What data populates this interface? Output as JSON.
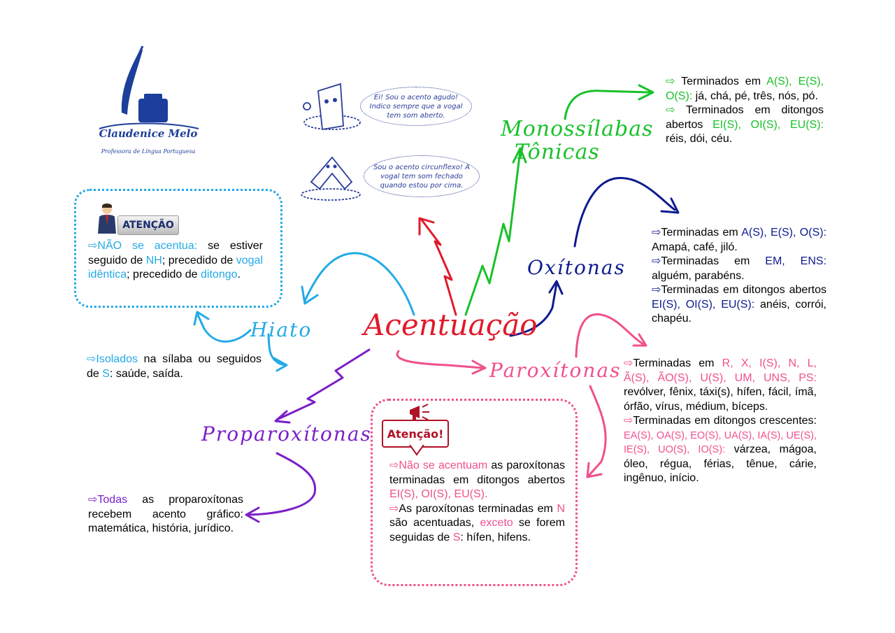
{
  "logo": {
    "name": "Claudenice Melo",
    "subtitle": "Professora de Língua Portuguesa"
  },
  "bubbles": {
    "agudo": "Ei! Sou o acento agudo! Indico sempre que a vogal tem som aberto.",
    "circunflexo": "Sou o acento circunflexo! A vogal tem som fechado quando estou por cima."
  },
  "center": {
    "title": "Acentuação"
  },
  "branches": {
    "monossilabas": {
      "line1": "Monossílabas",
      "line2": "Tônicas"
    },
    "oxitonas": "Oxítonas",
    "paroxitonas": "Paroxítonas",
    "proparoxitonas": "Proparoxítonas",
    "hiato": "Hiato"
  },
  "monossilabas_text": {
    "r1": {
      "arrow": "⇨",
      "a": "Terminados em",
      "b": "A(S), E(S), O(S):",
      "c": "já, chá, pé, três, nós, pó."
    },
    "r2": {
      "arrow": "⇨",
      "a": "Terminados em ditongos abertos",
      "b": "EI(S), OI(S), EU(S):",
      "c": "réis, dói, céu."
    }
  },
  "oxitonas_text": {
    "r1": {
      "arrow": "⇨",
      "a": "Terminadas em",
      "b": "A(S), E(S), O(S):",
      "c": "Amapá, café, jiló."
    },
    "r2": {
      "arrow": "⇨",
      "a": "Terminadas em",
      "b": "EM, ENS:",
      "c": "alguém, parabéns."
    },
    "r3": {
      "arrow": "⇨",
      "a": "Terminadas em ditongos abertos",
      "b": "EI(S), OI(S), EU(S):",
      "c": "anéis, corrói, chapéu."
    }
  },
  "paroxitonas_text": {
    "r1": {
      "arrow": "⇨",
      "a": "Terminadas em",
      "b": "R, X, I(S), N, L, Ã(S), ÃO(S), U(S), UM, UNS, PS:",
      "c": "revólver, fênix, táxi(s), hífen, fácil, ímã, órfão, vírus, médium, bíceps."
    },
    "r2": {
      "arrow": "⇨",
      "a": "Terminadas em ditongos crescentes:",
      "b": "EA(S), OA(S), EO(S), UA(S), IA(S), UE(S), IE(S), UO(S), IO(S):",
      "c": "várzea, mágoa, óleo, régua, férias, tênue, cárie, ingênuo, início."
    }
  },
  "atencao1": {
    "badge": "ATENÇÃO",
    "arrow": "⇨",
    "a": "NÃO se acentua:",
    "b": "se estiver seguido de",
    "c": "NH",
    "d": "; precedido de",
    "e": "vogal idêntica",
    "f": "; precedido de",
    "g": "ditongo",
    "h": "."
  },
  "hiato_text": {
    "arrow": "⇨",
    "a": "Isolados",
    "b": "na sílaba ou seguidos de",
    "c": "S",
    "d": ": saúde, saída."
  },
  "proparoxitonas_text": {
    "arrow": "⇨",
    "a": "Todas",
    "b": "as proparoxítonas recebem acento gráfico: matemática, história, jurídico."
  },
  "atencao2": {
    "badge": "Atenção!",
    "r1": {
      "arrow": "⇨",
      "a": "Não se acentuam",
      "b": "as paroxítonas terminadas em ditongos abertos",
      "c": "EI(S), OI(S), EU(S)."
    },
    "r2": {
      "arrow": "⇨",
      "a": "As paroxítonas terminadas em",
      "b": "N",
      "c": "são acentuadas,",
      "d": "exceto",
      "e": "se forem seguidas de",
      "f": "S",
      "g": ": hífen, hifens."
    }
  },
  "colors": {
    "blue": "#22aae6",
    "green": "#19c12a",
    "navy": "#0d1b8f",
    "pink": "#f0508c",
    "purple": "#7a1fc7",
    "red": "#e01a2b"
  }
}
